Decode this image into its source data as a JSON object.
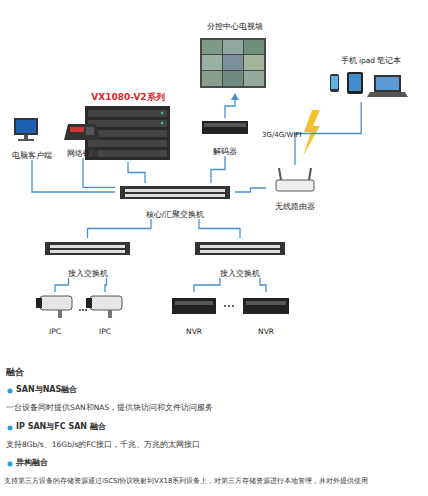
{
  "diagram": {
    "nodes": [
      {
        "text": [
          "分控中心电视墙"
        ]
      },
      {
        "text": [
          "手机 ipad 笔记本"
        ]
      },
      {
        "text": [
          "VX1080-V2系列"
        ]
      },
      {
        "text": [
          "电脑客户端"
        ]
      },
      {
        "text": [
          "网络键盘"
        ]
      },
      {
        "text": [
          "解码器"
        ]
      },
      {
        "text": [
          "无线路由器"
        ]
      },
      {
        "text": [
          "核心/汇聚交换机"
        ]
      },
      {
        "text": [
          "接入交换机"
        ]
      },
      {
        "text": [
          "接入交换机"
        ]
      },
      {
        "text": [
          "IPC"
        ]
      },
      {
        "text": [
          "IPC"
        ]
      },
      {
        "text": [
          "NVR"
        ]
      },
      {
        "text": [
          "NVR"
        ]
      }
    ],
    "edges": [
      {
        "from": 7,
        "to": 3,
        "arrow": "none"
      },
      {
        "from": 7,
        "to": 4,
        "arrow": "none"
      },
      {
        "from": 7,
        "to": 2,
        "arrow": "none"
      },
      {
        "from": 7,
        "to": 5,
        "arrow": "none"
      },
      {
        "from": 7,
        "to": 6,
        "arrow": "none"
      },
      {
        "from": 5,
        "to": 0,
        "arrow": "to"
      },
      {
        "from": 6,
        "to": 1,
        "label": "3G/4G/WIFI",
        "arrow": "none"
      },
      {
        "from": 7,
        "to": 8,
        "arrow": "none"
      },
      {
        "from": 7,
        "to": 9,
        "arrow": "none"
      },
      {
        "from": 8,
        "to": 10,
        "arrow": "none"
      },
      {
        "from": 8,
        "to": 11,
        "arrow": "none"
      },
      {
        "from": 9,
        "to": 12,
        "arrow": "none"
      },
      {
        "from": 9,
        "to": 13,
        "arrow": "none"
      }
    ],
    "labels": [
      "融合",
      "SAN与NAS融合",
      "一台设备同时提供SAN和NAS，提供块访问和文件访问服务",
      "IP SAN与FC SAN 融合",
      "支持8Gb/s、16Gb/s的FC接口，千兆、万兆的太网接口",
      "异构融合",
      "支持第三方设备的存储资源通过iSCSI协议映射到VX18系列设备上，对第三方存储资源进行本地管理，并对外提供使用"
    ]
  }
}
